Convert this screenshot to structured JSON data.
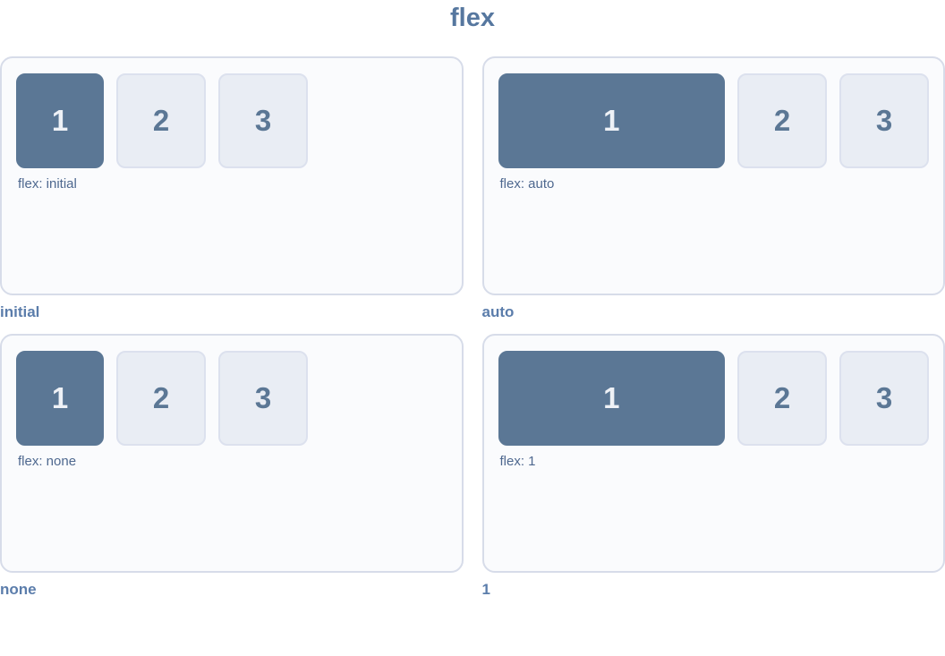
{
  "page": {
    "title": "flex"
  },
  "colors": {
    "title_text": "#56779f",
    "panel_background": "#fafbfd",
    "panel_border": "#d7dce9",
    "active_box_background": "#5b7795",
    "active_box_text": "#eef1f6",
    "box_background": "#e9edf4",
    "box_border": "#dce1ee",
    "box_text": "#5b7795",
    "flex_label_text": "#4e688f",
    "caption_text": "#5b7dab"
  },
  "panels": [
    {
      "flex_value": "initial",
      "label": "flex: initial",
      "caption": "initial",
      "boxes": [
        "1",
        "2",
        "3"
      ]
    },
    {
      "flex_value": "auto",
      "label": "flex: auto",
      "caption": "auto",
      "boxes": [
        "1",
        "2",
        "3"
      ]
    },
    {
      "flex_value": "none",
      "label": "flex: none",
      "caption": "none",
      "boxes": [
        "1",
        "2",
        "3"
      ]
    },
    {
      "flex_value": "1",
      "label": "flex: 1",
      "caption": "1",
      "boxes": [
        "1",
        "2",
        "3"
      ]
    }
  ]
}
